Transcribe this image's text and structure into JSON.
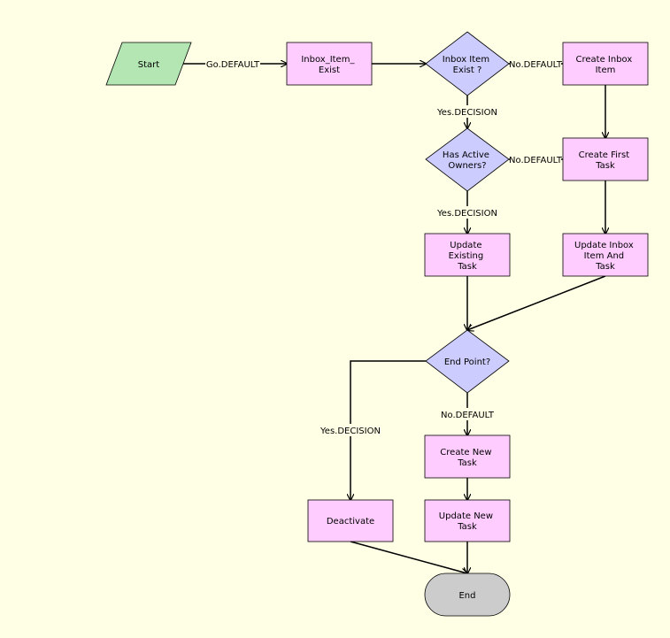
{
  "colors": {
    "background": "#ffffe6",
    "start_fill": "#b3e6b3",
    "task_fill": "#ffccff",
    "decision_fill": "#ccccff",
    "end_fill": "#cccccc",
    "stroke": "#000000"
  },
  "nodes": {
    "start": {
      "lines": [
        "Start"
      ]
    },
    "inbox_exist": {
      "lines": [
        "Inbox_Item_",
        "Exist"
      ]
    },
    "inbox_exist_q": {
      "lines": [
        "Inbox Item",
        "Exist ?"
      ]
    },
    "create_inbox": {
      "lines": [
        "Create Inbox",
        "Item"
      ]
    },
    "has_owners": {
      "lines": [
        "Has Active",
        "Owners?"
      ]
    },
    "create_first": {
      "lines": [
        "Create First",
        "Task"
      ]
    },
    "update_existing": {
      "lines": [
        "Update",
        "Existing",
        "Task"
      ]
    },
    "update_inbox": {
      "lines": [
        "Update Inbox",
        "Item And",
        "Task"
      ]
    },
    "end_point": {
      "lines": [
        "End Point?"
      ]
    },
    "create_new": {
      "lines": [
        "Create New",
        "Task"
      ]
    },
    "deactivate": {
      "lines": [
        "Deactivate"
      ]
    },
    "update_new": {
      "lines": [
        "Update New",
        "Task"
      ]
    },
    "end": {
      "lines": [
        "End"
      ]
    }
  },
  "edge_labels": {
    "start_go": "Go.DEFAULT",
    "inbox_no": "No.DEFAULT",
    "inbox_yes": "Yes.DECISION",
    "owners_no": "No.DEFAULT",
    "owners_yes": "Yes.DECISION",
    "endpoint_no": "No.DEFAULT",
    "endpoint_yes": "Yes.DECISION"
  }
}
